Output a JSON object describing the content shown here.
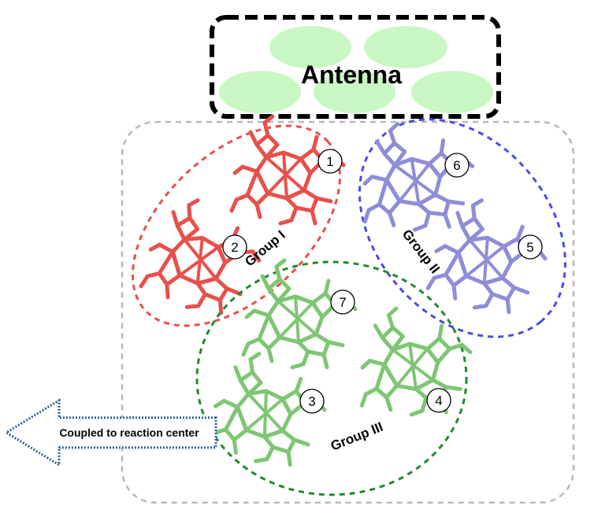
{
  "antenna": {
    "label": "Antenna"
  },
  "groups": [
    {
      "label": "Group I"
    },
    {
      "label": "Group II"
    },
    {
      "label": "Group III"
    }
  ],
  "molecules": [
    {
      "number": "1",
      "group": 0
    },
    {
      "number": "2",
      "group": 0
    },
    {
      "number": "6",
      "group": 1
    },
    {
      "number": "5",
      "group": 1
    },
    {
      "number": "7",
      "group": 2
    },
    {
      "number": "3",
      "group": 2
    },
    {
      "number": "4",
      "group": 2
    }
  ],
  "arrow": {
    "label": "Coupled to reaction center"
  },
  "colors": {
    "group1": "#e8504a",
    "group1_fill": "#ee8a84",
    "group2": "#4a4ae6",
    "group2_fill": "#a8a8e0",
    "group3": "#1f8a2e",
    "group3_fill": "#8fcf86",
    "antenna_blob": "#c9f7c4",
    "outer_box": "#b8b8b8",
    "arrow": "#2a5d9c"
  }
}
